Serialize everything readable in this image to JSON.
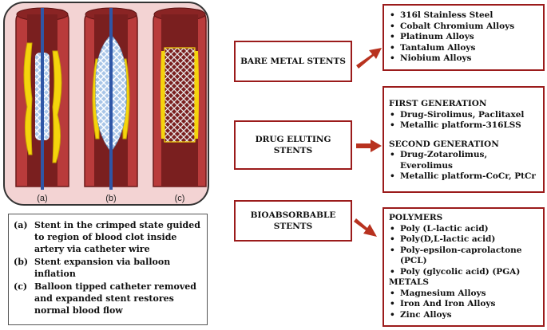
{
  "illustration": {
    "labels": [
      "(a)",
      "(b)",
      "(c)"
    ],
    "colors": {
      "artery": "#b93b3b",
      "artery_dark": "#7a1f1f",
      "plaque": "#f5d40c",
      "balloon": "#a9c6e8",
      "catheter": "#2f56a6",
      "stent": "#ffffff"
    }
  },
  "legend": [
    {
      "key": "(a)",
      "text": "Stent in the crimped state guided to region of blood clot inside artery via catheter wire"
    },
    {
      "key": "(b)",
      "text": "Stent expansion via balloon inflation"
    },
    {
      "key": "(c)",
      "text": "Balloon tipped catheter removed and expanded stent restores normal blood flow"
    }
  ],
  "categories": {
    "bare_metal": "BARE METAL STENTS",
    "drug_eluting": "DRUG ELUTING STENTS",
    "bioabsorbable": "BIOABSORBABLE STENTS"
  },
  "bare_metal_items": [
    "316l Stainless Steel",
    "Cobalt Chromium Alloys",
    "Platinum Alloys",
    "Tantalum Alloys",
    "Niobium Alloys"
  ],
  "drug_eluting": {
    "first_heading": "FIRST GENERATION",
    "first_items": [
      "Drug-Sirolimus, Paclitaxel",
      "Metallic platform-316LSS"
    ],
    "second_heading": "SECOND GENERATION",
    "second_items": [
      "Drug-Zotarolimus, Everolimus",
      "Metallic platform-CoCr, PtCr"
    ]
  },
  "bioabsorbable": {
    "polymers_heading": "POLYMERS",
    "polymer_items": [
      "Poly (L-lactic acid)",
      "Poly(D,L-lactic acid)",
      "Poly-epsilon-caprolactone (PCL)",
      "Poly (glycolic acid) (PGA)"
    ],
    "metals_heading": "METALS",
    "metal_items": [
      "Magnesium Alloys",
      "Iron  And Iron Alloys",
      "Zinc Alloys"
    ]
  },
  "arrow_color": "#b8321f"
}
